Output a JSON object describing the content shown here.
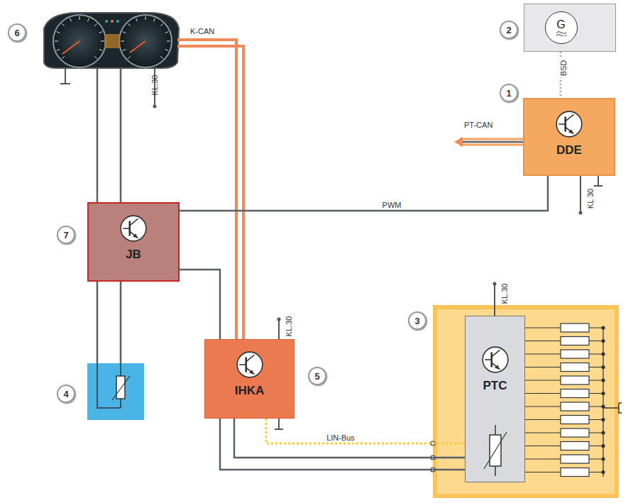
{
  "diagram": {
    "nodes": [
      {
        "text": [
          "G"
        ]
      },
      {
        "text": [
          "DDE"
        ]
      },
      {
        "text": [
          "JB"
        ]
      },
      {
        "text": [
          "IHKA"
        ]
      },
      {
        "text": [
          "PTC"
        ]
      }
    ],
    "edges": [
      {
        "from": 0,
        "to": 1,
        "arrow": "none",
        "label": "BSD"
      },
      {
        "from": 1,
        "to": 2,
        "arrow": "none",
        "label": "PWM"
      },
      {
        "from": 2,
        "to": 4,
        "arrow": "none"
      },
      {
        "from": 3,
        "to": 4,
        "arrow": "none"
      },
      {
        "from": 3,
        "to": 4,
        "arrow": "none",
        "label": "LIN-Bus"
      }
    ],
    "labels": [
      "6",
      "K-CAN",
      "KL.30",
      "2",
      "1",
      "PT-CAN",
      "KL 30",
      "7",
      "4",
      "5",
      "KL.30",
      "3",
      "KL.30"
    ]
  }
}
